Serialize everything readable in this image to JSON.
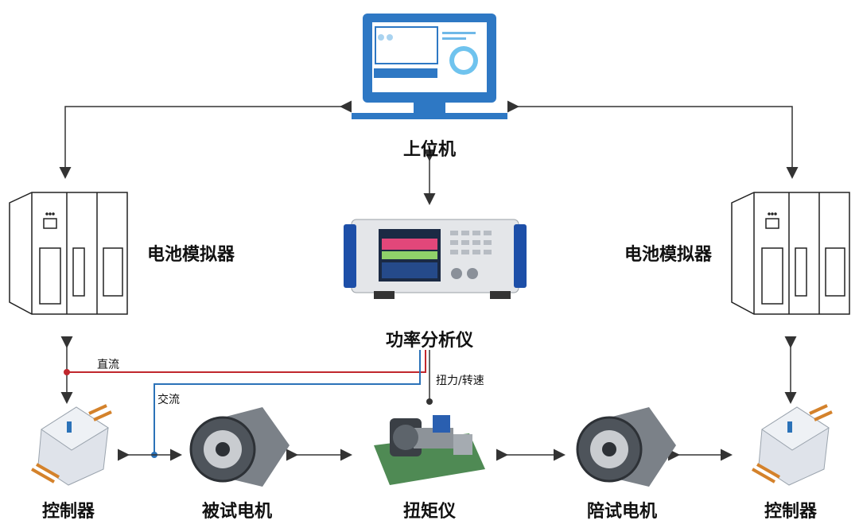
{
  "nodes": {
    "host_pc": "上位机",
    "battery_sim_left": "电池模拟器",
    "battery_sim_right": "电池模拟器",
    "power_analyzer": "功率分析仪",
    "controller_left": "控制器",
    "motor_under_test": "被试电机",
    "torque_meter": "扭矩仪",
    "accompany_motor": "陪试电机",
    "controller_right": "控制器"
  },
  "signals": {
    "dc": "直流",
    "ac": "交流",
    "torque_speed": "扭力/转速"
  },
  "colors": {
    "dc_line": "#c0272d",
    "ac_line": "#2b72b8",
    "arrow": "#333333",
    "monitor_blue": "#2e78c4"
  }
}
